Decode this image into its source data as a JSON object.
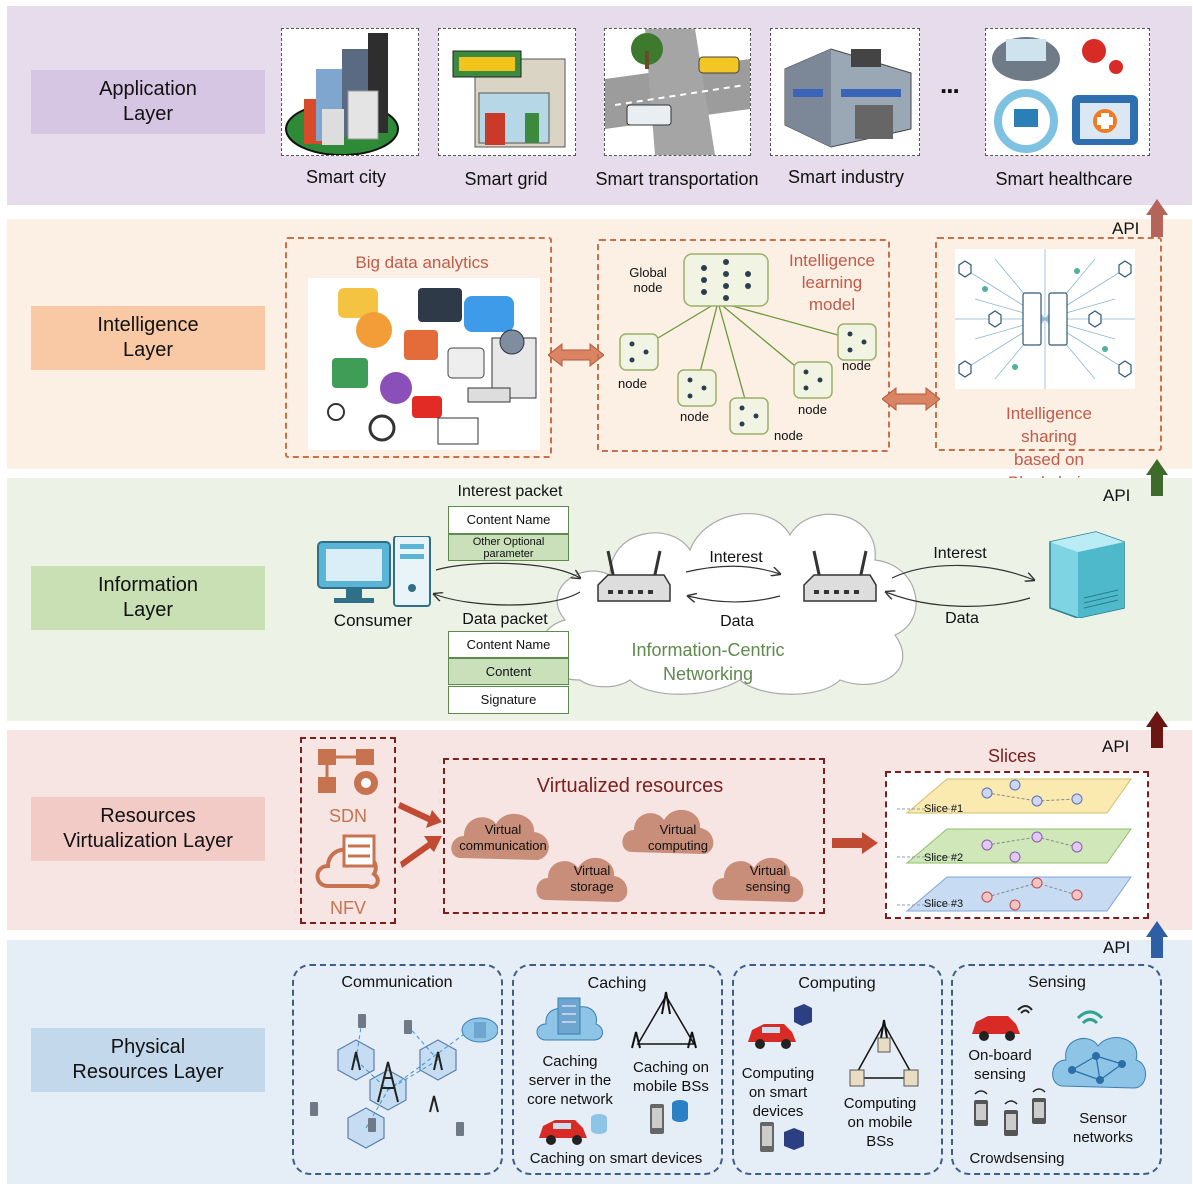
{
  "layers": {
    "application": "Application\nLayer",
    "intelligence": "Intelligence\nLayer",
    "information": "Information\nLayer",
    "virtualization": "Resources\nVirtualization Layer",
    "physical": "Physical\nResources Layer"
  },
  "application": {
    "items": [
      "Smart city",
      "Smart grid",
      "Smart transportation",
      "Smart industry",
      "Smart healthcare"
    ],
    "ellipsis": "..."
  },
  "api": "API",
  "intelligence": {
    "big_data": "Big data analytics",
    "model": "Intelligence\nlearning\nmodel",
    "global_node": "Global\nnode",
    "node": "node",
    "blockchain": "Intelligence sharing\nbased on Blockchain"
  },
  "information": {
    "interest_packet": "Interest packet",
    "content_name": "Content Name",
    "other_optional": "Other Optional\nparameter",
    "data_packet": "Data packet",
    "content": "Content",
    "signature": "Signature",
    "consumer": "Consumer",
    "interest": "Interest",
    "data": "Data",
    "icn": "Information-Centric\nNetworking"
  },
  "virtualization": {
    "sdn": "SDN",
    "nfv": "NFV",
    "virtualized": "Virtualized resources",
    "clouds": [
      "Virtual\ncommunication",
      "Virtual\ncomputing",
      "Virtual\nstorage",
      "Virtual\nsensing"
    ],
    "slices_title": "Slices",
    "slices": [
      "Slice #1",
      "Slice #2",
      "Slice #3"
    ]
  },
  "physical": {
    "communication": "Communication",
    "caching": "Caching",
    "computing": "Computing",
    "sensing": "Sensing",
    "caching_server": "Caching\nserver in the\ncore network",
    "caching_bs": "Caching on\nmobile BSs",
    "caching_devices": "Caching on smart devices",
    "computing_devices": "Computing\non smart\ndevices",
    "computing_bs": "Computing\non mobile\nBSs",
    "onboard": "On-board\nsensing",
    "sensor_networks": "Sensor\nnetworks",
    "crowdsensing": "Crowdsensing"
  },
  "colors": {
    "application_bg": "#e6dcec",
    "application_label": "#d7c6e3",
    "intelligence_bg": "#fcefe3",
    "intelligence_label": "#f8c9a4",
    "information_bg": "#ecf3e6",
    "information_label": "#c9e0b5",
    "virtualization_bg": "#f7e5e3",
    "virtualization_label": "#f2cac6",
    "physical_bg": "#e5edf6",
    "physical_label": "#c4d8ec",
    "arrow_red": "#b5645a",
    "arrow_green": "#3e6a2b",
    "arrow_maroon": "#6b1612",
    "arrow_blue": "#2e5ea3"
  }
}
